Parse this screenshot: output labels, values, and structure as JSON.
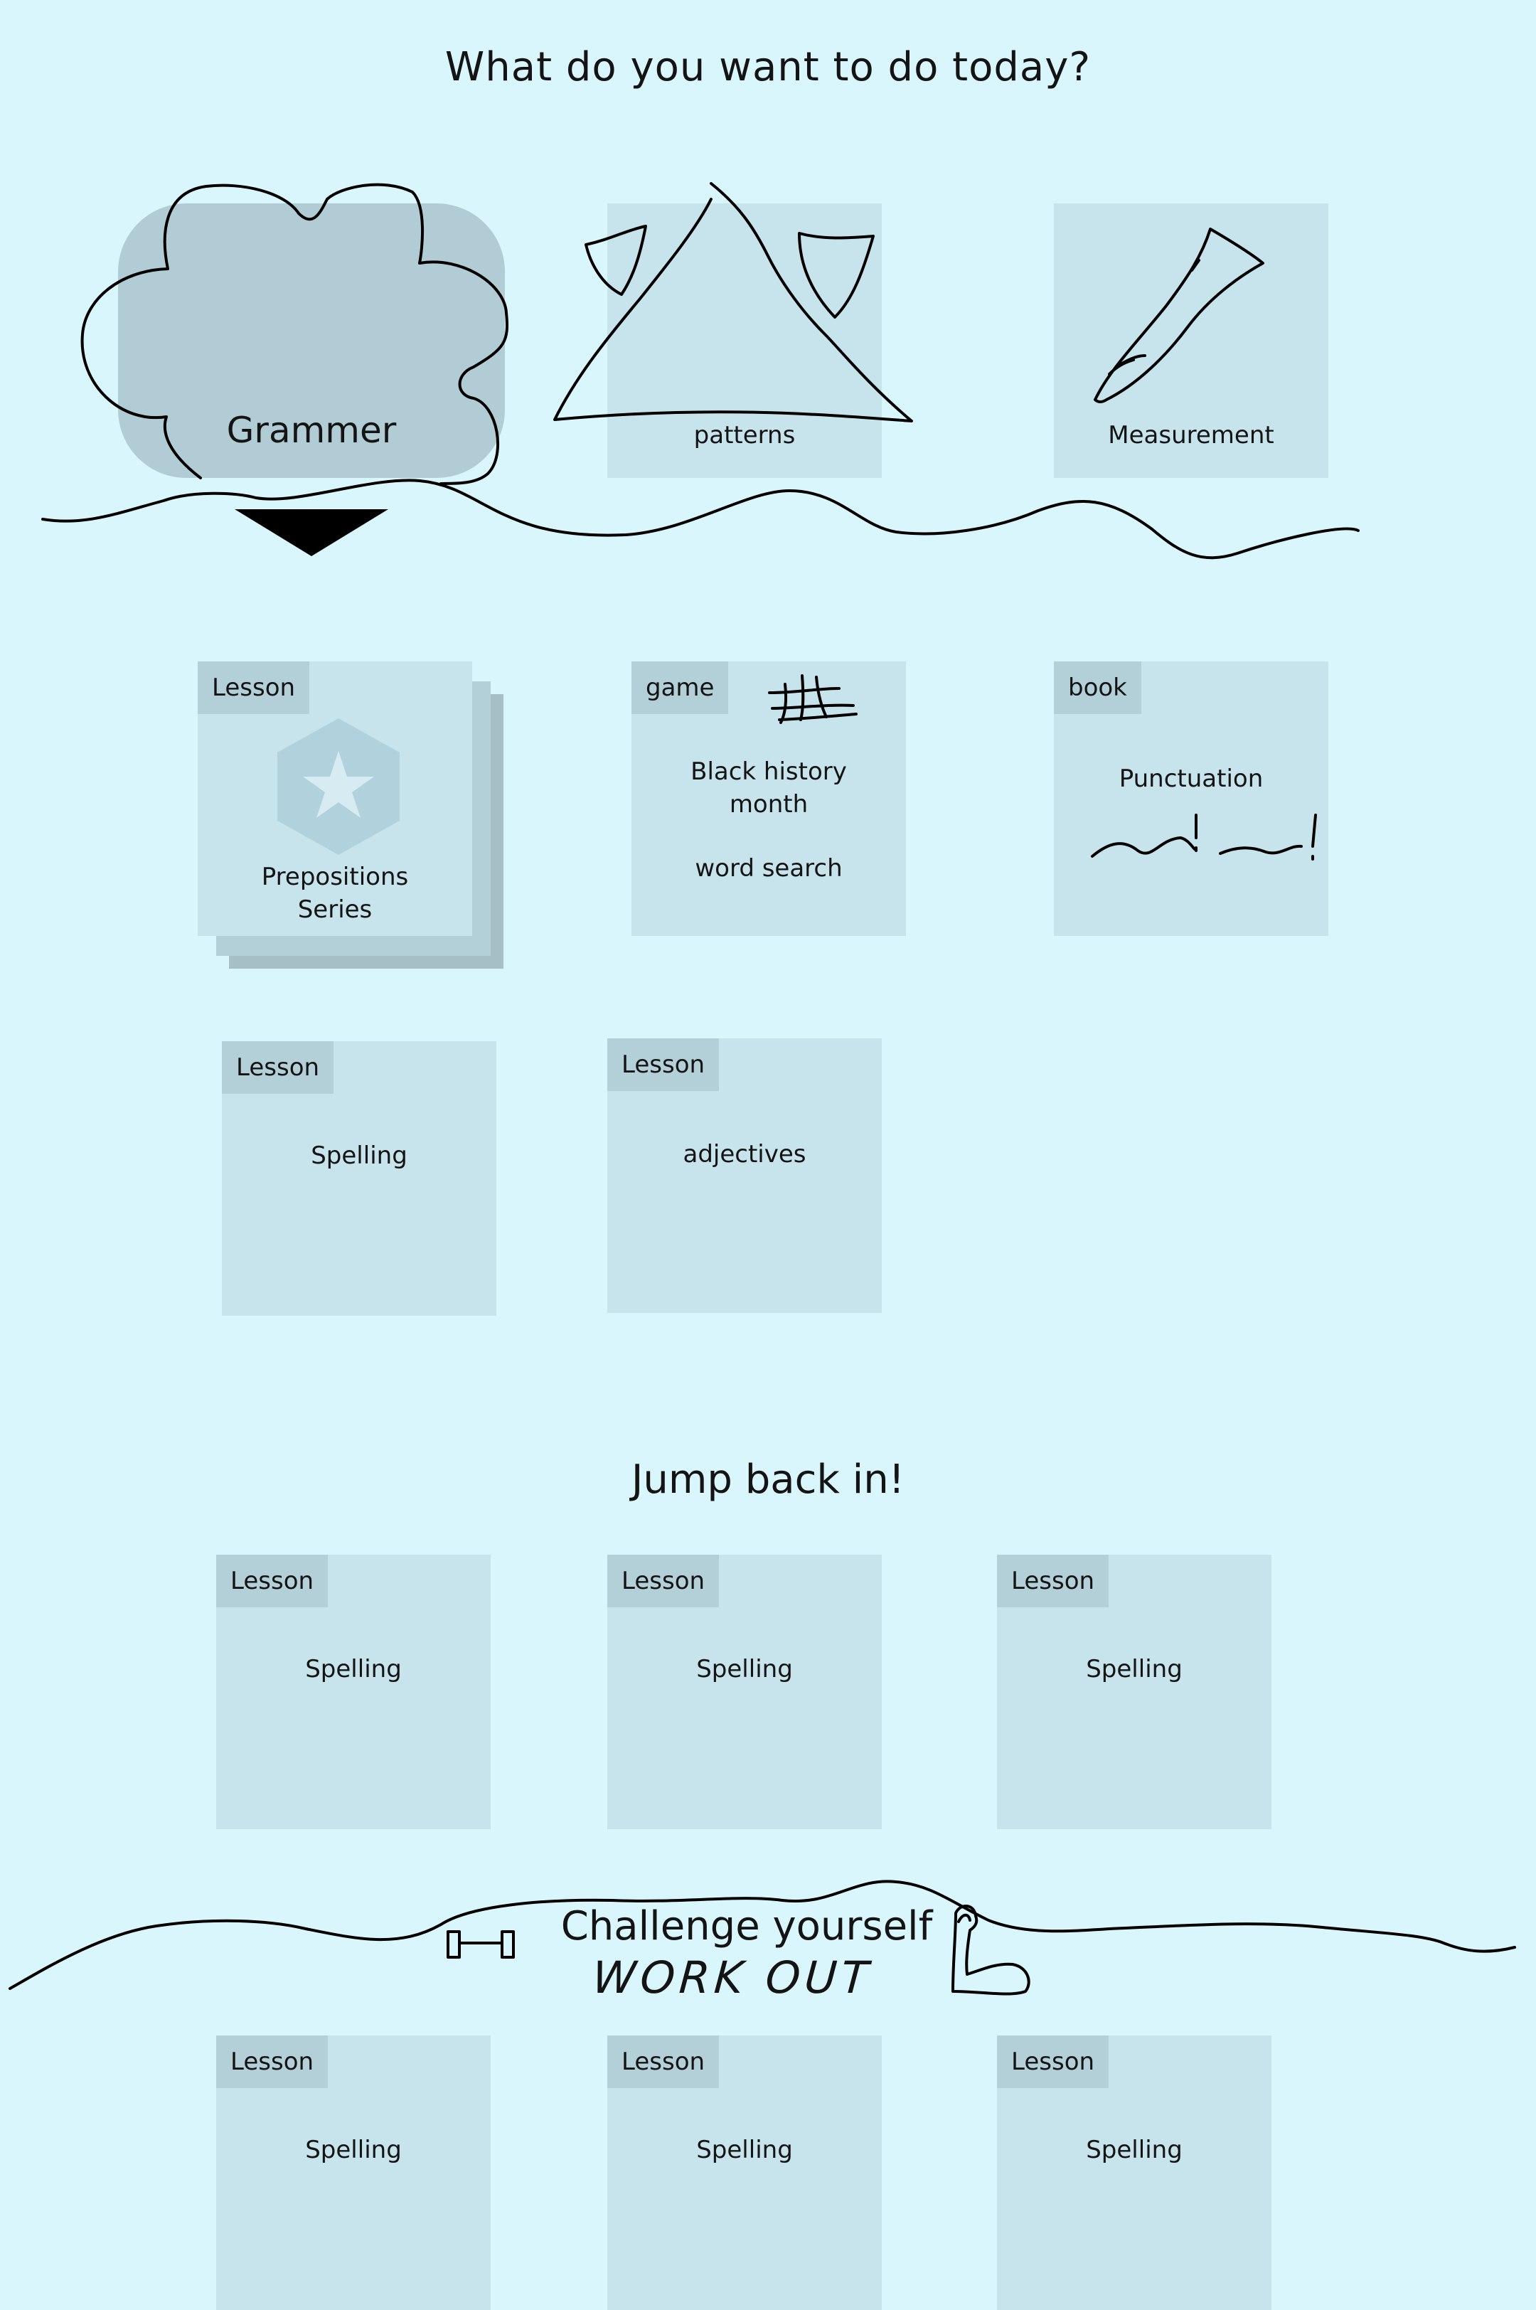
{
  "header": {
    "title": "What do you want to do today?"
  },
  "topics": {
    "grammar": {
      "label": "Grammer"
    },
    "patterns": {
      "label": "patterns"
    },
    "measurement": {
      "label": "Measurement"
    }
  },
  "grammar_cards": [
    {
      "tag": "Lesson",
      "title": "Prepositions Series",
      "title_lines": [
        "Prepositions",
        "Series"
      ]
    },
    {
      "tag": "game",
      "title_lines": [
        "Black history",
        "month"
      ],
      "subtitle": "word search"
    },
    {
      "tag": "book",
      "title": "Punctuation"
    },
    {
      "tag": "Lesson",
      "title": "Spelling"
    },
    {
      "tag": "Lesson",
      "title": "adjectives"
    }
  ],
  "jump_back": {
    "heading": "Jump back in!",
    "cards": [
      {
        "tag": "Lesson",
        "title": "Spelling"
      },
      {
        "tag": "Lesson",
        "title": "Spelling"
      },
      {
        "tag": "Lesson",
        "title": "Spelling"
      }
    ]
  },
  "challenge": {
    "heading": "Challenge yourself",
    "handwritten": "WORK OUT",
    "cards": [
      {
        "tag": "Lesson",
        "title": "Spelling"
      },
      {
        "tag": "Lesson",
        "title": "Spelling"
      },
      {
        "tag": "Lesson",
        "title": "Spelling"
      }
    ]
  },
  "colors": {
    "background": "#daf6fd",
    "card": "#c7e4ec",
    "tag": "#b3cfd7",
    "selected": "#b1ccd4",
    "stack": "#a6bec6"
  }
}
